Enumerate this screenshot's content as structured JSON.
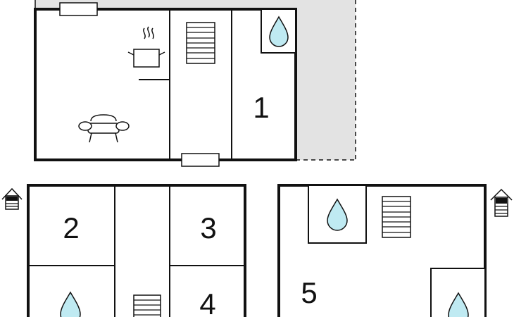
{
  "rooms": {
    "r1": "1",
    "r2": "2",
    "r3": "3",
    "r4": "4",
    "r5": "5"
  },
  "icons": {
    "kitchen": "kitchen-pot-icon",
    "living": "sofa-icon",
    "stairs": "stairs-icon",
    "bath": "water-drop-icon",
    "entrance": "house-entrance-icon"
  },
  "colors": {
    "wall": "#111111",
    "terrace": "#e3e3e3",
    "water": "#bfeaf2"
  }
}
